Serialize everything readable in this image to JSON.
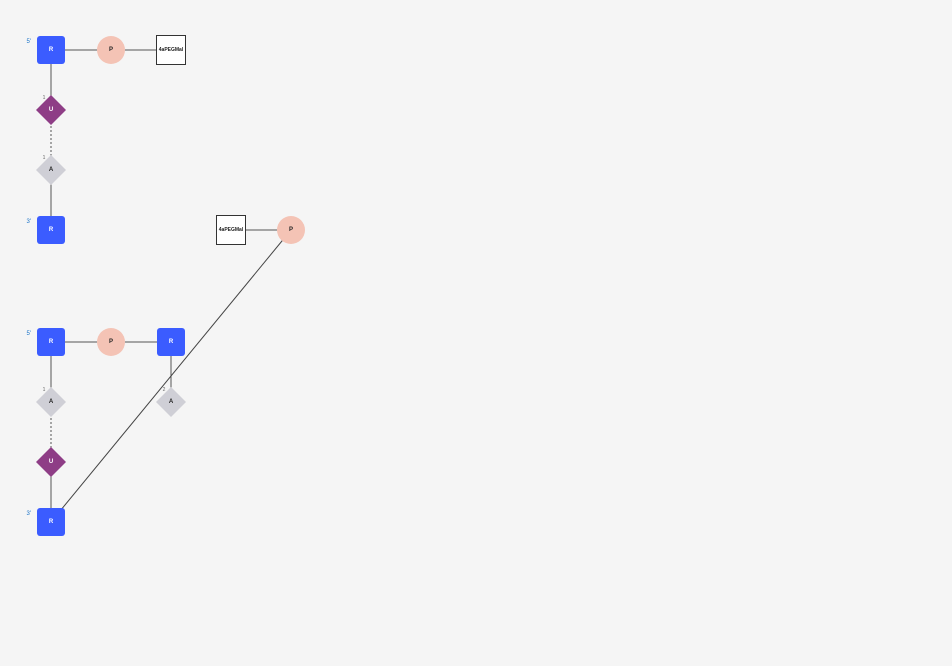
{
  "colors": {
    "background": "#f5f5f5",
    "sugar_R": "#3b5cff",
    "phosphate_P": "#f4c3b5",
    "base_U": "#8e3d86",
    "base_A": "#cfcfd6",
    "modifier_border": "#333333",
    "end_label": "#1a73c8",
    "edge": "#555555"
  },
  "labels": {
    "five_prime": "5'",
    "three_prime": "3'",
    "sugar": "R",
    "phosphate": "P",
    "base_u": "U",
    "base_a": "A",
    "modifier": "4aPEGMal",
    "idx_1": "1",
    "idx_2": "2"
  },
  "strand1": {
    "r_top": "R",
    "p_top": "P",
    "mod_top": "4aPEGMal",
    "u": "U",
    "a": "A",
    "r_bottom": "R",
    "end5": "5'",
    "end3": "3'"
  },
  "strand2": {
    "mod": "4aPEGMal",
    "p": "P",
    "r_top": "R",
    "p_mid": "P",
    "r_right": "R",
    "a_left": "A",
    "a_right": "A",
    "u": "U",
    "r_bottom": "R",
    "end5": "5'",
    "end3": "3'"
  }
}
